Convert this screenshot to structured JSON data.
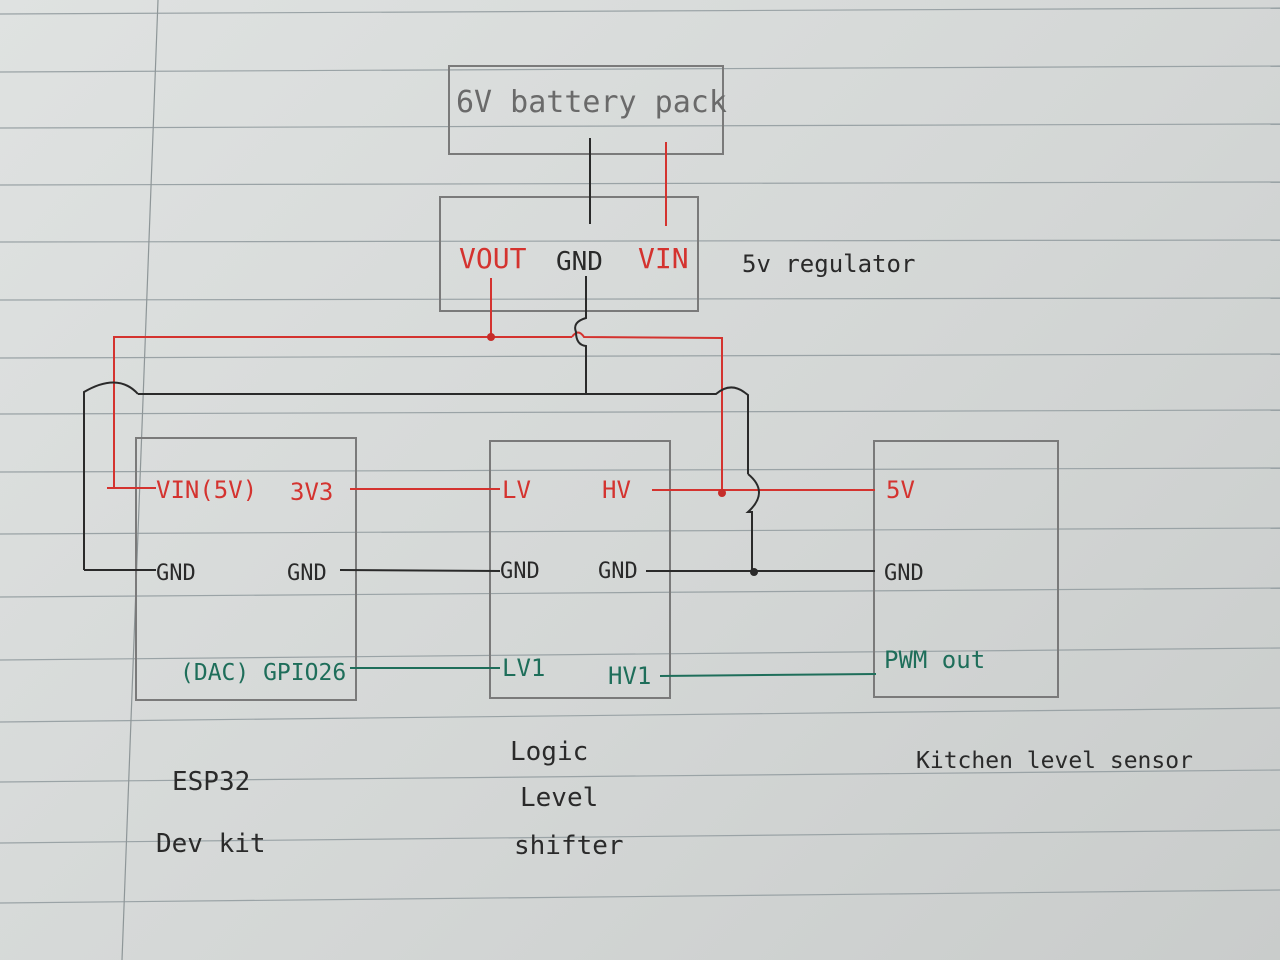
{
  "battery": {
    "label": "6V battery pack"
  },
  "regulator": {
    "pins": {
      "vout": "VOUT",
      "gnd": "GND",
      "vin": "VIN"
    },
    "label": "5v regulator"
  },
  "esp32": {
    "pins": {
      "vin": "VIN(5V)",
      "v33": "3V3",
      "gnd_left": "GND",
      "gnd_right": "GND",
      "gpio": "(DAC) GPIO26"
    },
    "label_line1": "ESP32",
    "label_line2": "Dev kit"
  },
  "shifter": {
    "pins": {
      "lv": "LV",
      "hv": "HV",
      "gnd_left": "GND",
      "gnd_right": "GND",
      "lv1": "LV1",
      "hv1": "HV1"
    },
    "label_line1": "Logic",
    "label_line2": "Level",
    "label_line3": "shifter"
  },
  "sensor": {
    "pins": {
      "v5": "5V",
      "gnd": "GND",
      "pwm": "PWM out"
    },
    "label": "Kitchen level sensor"
  },
  "colors": {
    "power": "#d4332f",
    "ground": "#2a2a2a",
    "signal": "#1e6e5a",
    "box": "#7a7a7a",
    "rule": "#9aa3a6",
    "paper": "#dcdfde"
  }
}
